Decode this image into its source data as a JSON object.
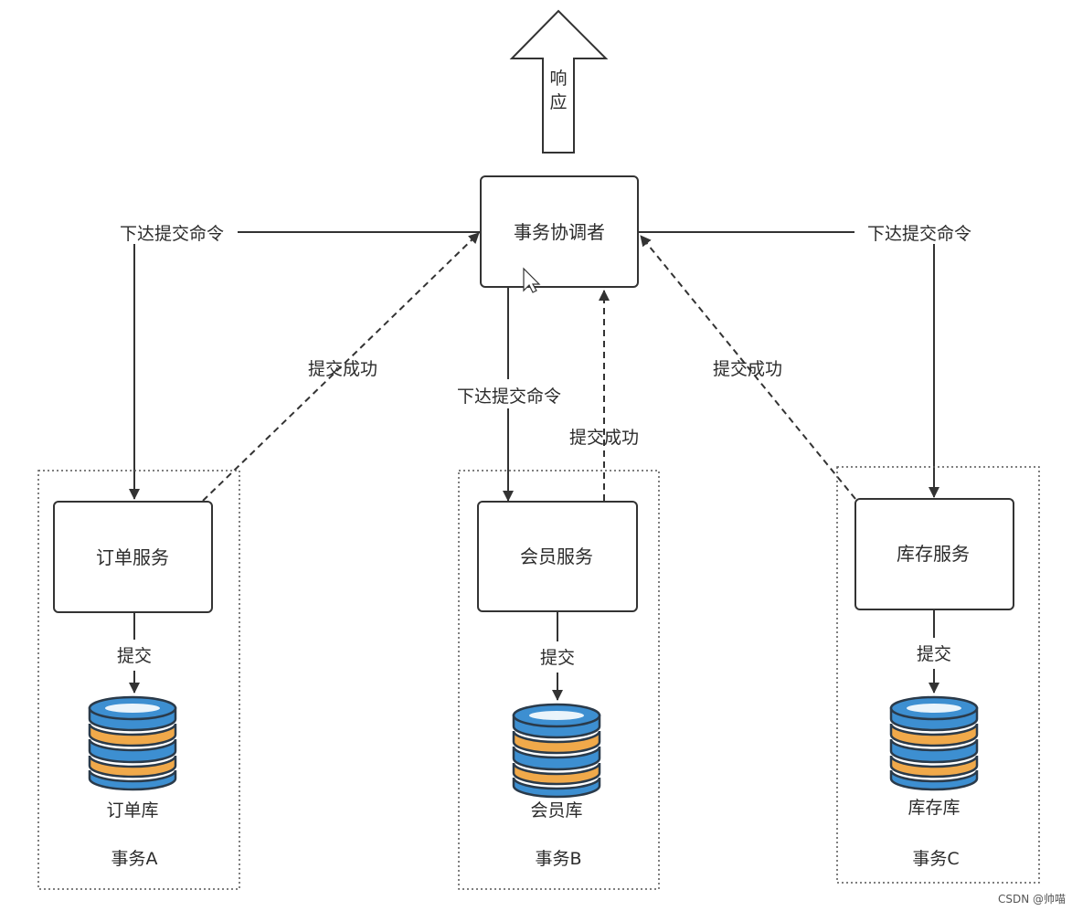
{
  "response_arrow": {
    "label_line1": "响",
    "label_line2": "应"
  },
  "coordinator": {
    "label": "事务协调者"
  },
  "commands": {
    "left": "下达提交命令",
    "middle": "下达提交命令",
    "right": "下达提交命令"
  },
  "acks": {
    "left": "提交成功",
    "middle": "提交成功",
    "right": "提交成功"
  },
  "transactions": [
    {
      "service": "订单服务",
      "commit": "提交",
      "db": "订单库",
      "tx": "事务A"
    },
    {
      "service": "会员服务",
      "commit": "提交",
      "db": "会员库",
      "tx": "事务B"
    },
    {
      "service": "库存服务",
      "commit": "提交",
      "db": "库存库",
      "tx": "事务C"
    }
  ],
  "watermark": "CSDN @帅喵",
  "colors": {
    "db_blue": "#3d8fd1",
    "db_orange": "#f0a94a",
    "db_outline": "#2a3a4a",
    "line": "#333333"
  }
}
